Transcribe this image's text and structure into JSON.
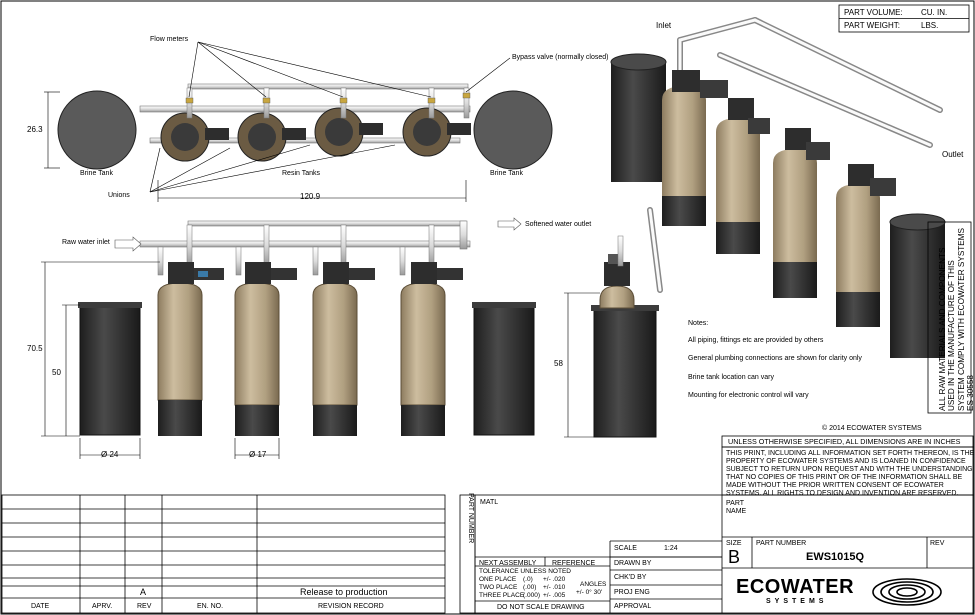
{
  "part_info": {
    "volume_label": "PART VOLUME:",
    "volume_unit": "CU. IN.",
    "weight_label": "PART WEIGHT:",
    "weight_unit": "LBS."
  },
  "top_view": {
    "flow_meters": "Flow meters",
    "bypass_valve": "Bypass valve (normally closed)",
    "dim_brine_dia": "26.3",
    "brine_left": "Brine Tank",
    "resin_tanks": "Resin Tanks",
    "brine_right": "Brine Tank",
    "unions": "Unions",
    "dim_width": "120.9"
  },
  "front_view": {
    "raw_water_inlet": "Raw water inlet",
    "softened_outlet": "Softened water outlet",
    "dim_total_height": "70.5",
    "dim_brine_height": "50",
    "dim_right_height": "58",
    "dim_brine_tank_dia": "Ø 24",
    "dim_resin_tank_dia": "Ø 17"
  },
  "iso_view": {
    "inlet": "Inlet",
    "outlet": "Outlet"
  },
  "notes": {
    "title": "Notes:",
    "items": [
      "All piping, fittings etc are provided by others",
      "General plumbing connections are shown for clarity only",
      "Brine tank location can vary",
      "Mounting for electronic control will vary"
    ]
  },
  "compliance_text": "ALL RAW MATERIALS AND COMPONENTS USED IN THE MANUFACTURE OF THIS SYSTEM COMPLY WITH ECOWATER SYSTEMS ES 30558",
  "copyright": "© 2014 ECOWATER SYSTEMS",
  "dimensions_note": "UNLESS OTHERWISE SPECIFIED, ALL DIMENSIONS ARE IN INCHES",
  "proprietary_notice": [
    "THIS PRINT, INCLUDING ALL INFORMATION SET FORTH THEREON, IS THE",
    "PROPERTY OF ECOWATER SYSTEMS AND IS LOANED IN CONFIDENCE",
    "SUBJECT TO RETURN UPON REQUEST AND WITH THE UNDERSTANDING",
    "THAT NO COPIES OF THIS PRINT OR OF THE INFORMATION SHALL BE",
    "MADE WITHOUT THE PRIOR WRITTEN CONSENT OF ECOWATER",
    "SYSTEMS. ALL RIGHTS TO DESIGN AND INVENTION ARE RESERVED."
  ],
  "revision_table": {
    "rev_value": "A",
    "record_value": "Release to production",
    "headers": {
      "date": "DATE",
      "aprv": "APRV.",
      "rev": "REV",
      "en_no": "EN. NO.",
      "record": "REVISION RECORD"
    }
  },
  "title_block": {
    "part_number_vertical": "PART NUMBER",
    "matl": "MATL",
    "next_assembly": "NEXT ASSEMBLY",
    "reference": "REFERENCE",
    "tolerance": "TOLERANCE UNLESS NOTED",
    "one_place": "ONE PLACE",
    "one_place_fmt": "(.0)",
    "one_place_tol": "+/- .020",
    "two_place": "TWO PLACE",
    "two_place_fmt": "(.00)",
    "two_place_tol": "+/- .010",
    "three_place": "THREE PLACE",
    "three_place_fmt": "(.000)",
    "three_place_tol": "+/- .005",
    "angles": "ANGLES",
    "angles_tol": "+/- 0° 30'",
    "do_not_scale": "DO NOT SCALE DRAWING",
    "scale_label": "SCALE",
    "scale_value": "1:24",
    "drawn_by": "DRAWN BY",
    "chkd_by": "CHK'D BY",
    "proj_eng": "PROJ ENG",
    "approval": "APPROVAL",
    "part_name_label_1": "PART",
    "part_name_label_2": "NAME",
    "size_label": "SIZE",
    "size_value": "B",
    "part_number_label": "PART NUMBER",
    "part_number_value": "EWS1015Q",
    "rev_label": "REV",
    "logo_text": "ECOWATER",
    "logo_sub": "SYSTEMS"
  },
  "colors": {
    "resin_tan": "#b5a588",
    "tank_dark": "#3a3a3a",
    "pipe": "#e6e6e6",
    "valve": "#2d2d2d"
  }
}
